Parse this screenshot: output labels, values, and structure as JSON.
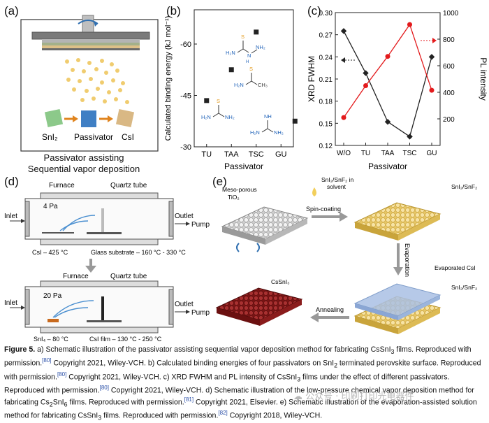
{
  "panel_a": {
    "label": "(a)",
    "snI2": "SnI₂",
    "passivator": "Passivator",
    "csi": "CsI",
    "title_line1": "Passivator assisting",
    "title_line2": "Sequential vapor deposition"
  },
  "panel_b": {
    "label": "(b)",
    "ylabel": "Calculated binding energy (kJ mol⁻¹)",
    "xlabel": "Passivator",
    "molecules": [
      "TU (thiourea)",
      "TAA (thioacetamide)",
      "TSC (thiosemicarbazide)",
      "GU (guanidine)"
    ]
  },
  "panel_c": {
    "label": "(c)",
    "ylabel_left": "XRD FWHM",
    "ylabel_right": "PL intensity",
    "xlabel": "Passivator"
  },
  "panel_d": {
    "label": "(d)",
    "top": {
      "furnace": "Furnace",
      "tube": "Quartz tube",
      "inlet": "Inlet",
      "outlet": "Outlet",
      "pump": "Pump",
      "pressure": "4 Pa",
      "source": "CsI – 425 °C",
      "substrate": "Glass substrate – 160 °C - 330 °C"
    },
    "bottom": {
      "furnace": "Furnace",
      "tube": "Quartz tube",
      "inlet": "Inlet",
      "outlet": "Outlet",
      "pump": "Pump",
      "pressure": "20 Pa",
      "source": "SnI₄ – 80 °C",
      "film": "CsI film – 130 °C - 250 °C"
    }
  },
  "panel_e": {
    "label": "(e)",
    "mesoporous": "Meso-porous",
    "tio2": "TiO₂",
    "solution_line1": "SnI₂/SnF₂ in",
    "solution_line2": "solvent",
    "spin": "Spin-coating",
    "film_label_1": "SnI₂/SnF₂",
    "evaporation": "Evaporation",
    "evaporated_csi": "Evaporated CsI",
    "film_label_2": "SnI₂/SnF₂",
    "annealing": "Annealing",
    "product": "CsSnI₃"
  },
  "chart_data": [
    {
      "type": "scatter",
      "panel": "b",
      "categories": [
        "TU",
        "TAA",
        "TSC",
        "GU"
      ],
      "series": [
        {
          "values": [
            -43.5,
            -52.5,
            -63.5,
            -37.5
          ]
        }
      ],
      "xlabel": "Passivator",
      "ylabel": "Calculated binding energy (kJ mol⁻¹)",
      "yticks": [
        -30,
        -45,
        -60
      ],
      "ylim": [
        -30,
        -70
      ],
      "axis_note": "inverted y axis (more negative upward)"
    },
    {
      "type": "line",
      "panel": "c",
      "categories": [
        "W/O",
        "TU",
        "TAA",
        "TSC",
        "GU"
      ],
      "series": [
        {
          "axis": "left",
          "color": "#222222",
          "marker": "square",
          "values": [
            0.275,
            0.218,
            0.152,
            0.132,
            0.24
          ]
        },
        {
          "axis": "right",
          "color": "#e31a1c",
          "marker": "circle",
          "values": [
            210,
            450,
            670,
            910,
            415
          ]
        }
      ],
      "xlabel": "Passivator",
      "ylabel": "XRD FWHM",
      "ylabel_right": "PL intensity",
      "ylim": [
        0.12,
        0.3
      ],
      "yticks": [
        0.12,
        0.15,
        0.18,
        0.21,
        0.24,
        0.27,
        0.3
      ],
      "ylim_right": [
        0,
        1000
      ],
      "yticks_right": [
        200,
        400,
        600,
        800,
        1000
      ]
    }
  ],
  "caption": {
    "fig": "Figure 5.",
    "t1": " a) Schematic illustration of the passivator assisting sequential vapor deposition method for fabricating CsSnI",
    "t2": " films. Reproduced with permission.",
    "r1": "[80]",
    "t3": " Copyright 2021, Wiley-VCH. b) Calculated binding energies of four passivators on SnI",
    "t4": " terminated perovskite surface. Reproduced with permission.",
    "r2": "[80]",
    "t5": " Copyright 2021, Wiley-VCH. c) XRD FWHM and PL intensity of CsSnI",
    "t6": " films under the effect of different passivators. Reproduced with permission.",
    "r3": "[80]",
    "t7": " Copyright 2021, Wiley-VCH. d) Schematic illustration of the low-pressure chemical vapor deposition method for fabricating Cs",
    "t8": "SnI",
    "t9": " films. Reproduced with permission.",
    "r4": "[81]",
    "t10": " Copyright 2021, Elsevier. e) Schematic illustration of the evaporation-assisted solution method for fabricating CsSnI",
    "t11": " films. Reproduced with permission.",
    "r5": "[82]",
    "t12": " Copyright 2018, Wiley-VCH."
  },
  "watermark": "☁ 公众号 · 印刷打印光电器件"
}
